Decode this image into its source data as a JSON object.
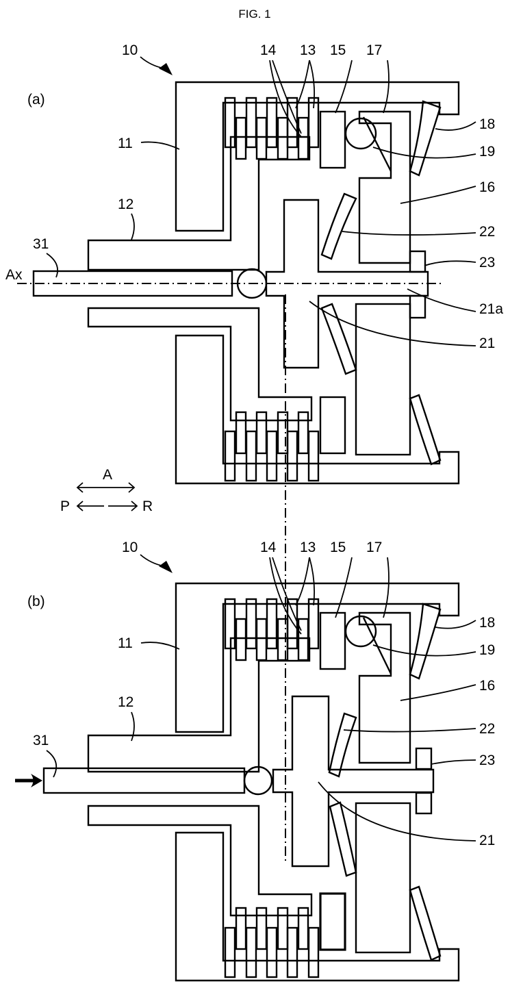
{
  "figure": {
    "title": "FIG. 1",
    "panels": [
      {
        "id": "a",
        "panel_label": "(a)",
        "labels": {
          "device": "10",
          "housing": "11",
          "sleeve": "12",
          "plates_13": "13",
          "plates_14": "14",
          "piston": "15",
          "lever": "16",
          "cam": "17",
          "spring_18": "18",
          "ball": "19",
          "shaft": "21",
          "shaft_end": "21a",
          "spring_22": "22",
          "stopper": "23",
          "rod": "31",
          "axis": "Ax"
        }
      },
      {
        "id": "b",
        "panel_label": "(b)",
        "labels": {
          "device": "10",
          "housing": "11",
          "sleeve": "12",
          "plates_13": "13",
          "plates_14": "14",
          "piston": "15",
          "lever": "16",
          "cam": "17",
          "spring_18": "18",
          "ball": "19",
          "shaft": "21",
          "spring_22": "22",
          "stopper": "23",
          "rod": "31"
        }
      }
    ],
    "direction_legend": {
      "axial": "A",
      "left": "P",
      "right": "R"
    }
  }
}
